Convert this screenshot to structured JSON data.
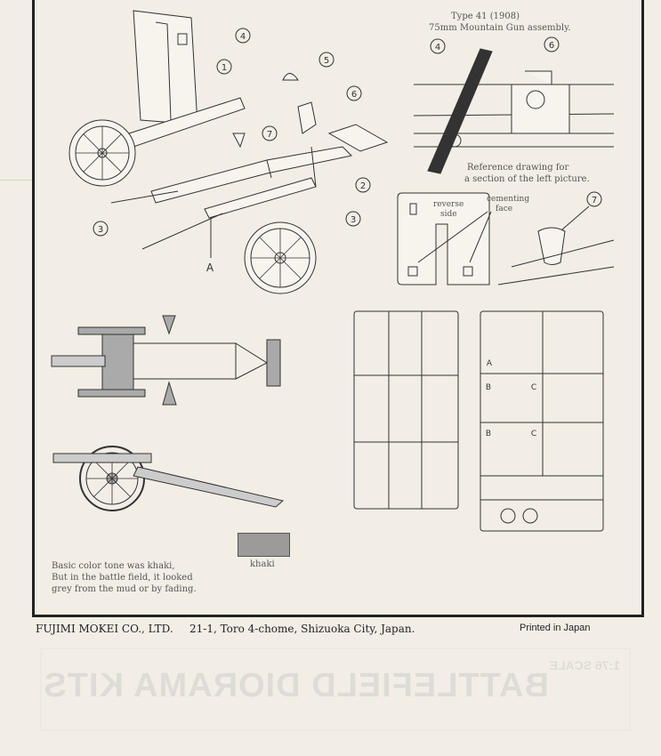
{
  "reference": {
    "title_line1": "Type 41 (1908)",
    "title_line2": "75mm Mountain Gun assembly.",
    "caption_line1": "Reference drawing for",
    "caption_line2": "a section of the left picture."
  },
  "shield_detail": {
    "reverse_side_line1": "reverse",
    "reverse_side_line2": "side",
    "cementing_face_line1": "cementing",
    "cementing_face_line2": "face"
  },
  "callouts": [
    "1",
    "2",
    "3",
    "4",
    "5",
    "6",
    "7"
  ],
  "marker_a": "A",
  "sprue_letters": {
    "a": "A",
    "b": "B",
    "c": "C"
  },
  "painting": {
    "note_line1": "Basic color tone was khaki,",
    "note_line2": "But in the battle field, it looked",
    "note_line3": "grey from the mud or by fading.",
    "swatch_label": "khaki",
    "swatch_color": "#9d9a9a"
  },
  "footer": {
    "company": "FUJIMI MOKEI CO., LTD.",
    "address": "21-1, Toro 4-chome, Shizuoka City, Japan.",
    "printed": "Printed in Japan"
  },
  "bleed_through": {
    "scale": "1:76 SCALE",
    "title": "BATTLEFIELD DIORAMA KITS"
  }
}
